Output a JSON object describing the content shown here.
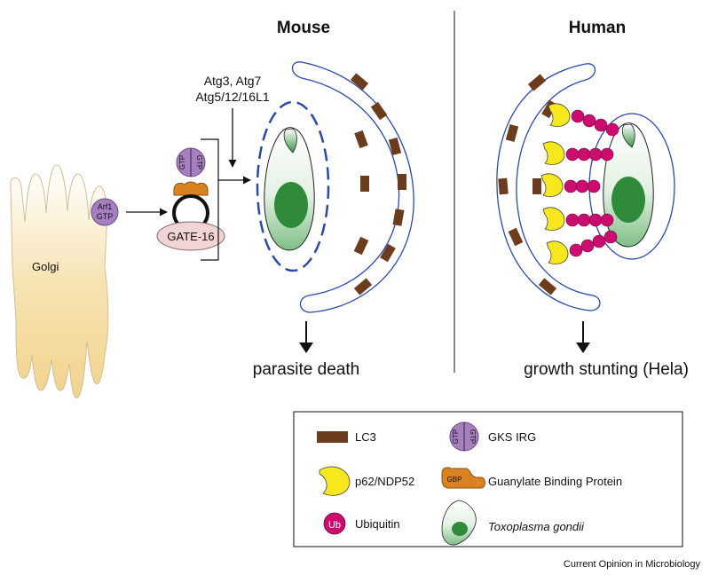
{
  "panels": {
    "mouse": {
      "title": "Mouse",
      "outcome": "parasite death"
    },
    "human": {
      "title": "Human",
      "outcome": "growth stunting (Hela)"
    }
  },
  "labels": {
    "golgi": "Golgi",
    "arf1_line1": "Arf1",
    "arf1_line2": "GTP",
    "gtp": "GTP",
    "gate16": "GATE-16",
    "atg_line1": "Atg3, Atg7",
    "atg_line2": "Atg5/12/16L1"
  },
  "legend": {
    "lc3": "LC3",
    "gks_irg": "GKS IRG",
    "gks_gtp": "GTP",
    "p62": "p62/NDP52",
    "gbp_label": "Guanylate Binding Protein",
    "gbp_badge": "GBP",
    "ubiquitin": "Ubiquitin",
    "ub_badge": "Ub",
    "toxo": "Toxoplasma gondii"
  },
  "credit": "Current Opinion in Microbiology",
  "colors": {
    "lc3": "#6b3d1e",
    "irg": "#a57fbf",
    "p62": "#f7e81e",
    "gbp": "#d9821f",
    "ubiquitin": "#cc0c6e",
    "parasite": "#2f8a3a",
    "golgi": "#f4dba0",
    "vacuole": "#2b4aa8",
    "gate16": "#f2d4d4"
  }
}
